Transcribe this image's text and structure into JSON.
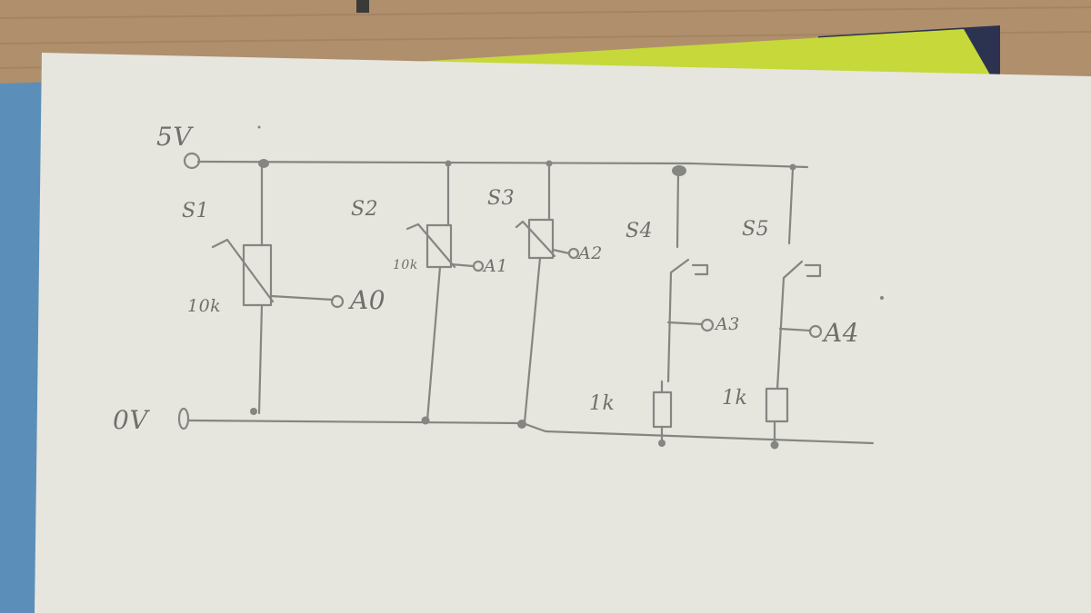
{
  "circuit": {
    "supply": {
      "vcc": "5V",
      "gnd": "0V"
    },
    "sensors": [
      {
        "name": "S1",
        "value": "10k",
        "output": "A0"
      },
      {
        "name": "S2",
        "value": "10k",
        "output": "A1"
      },
      {
        "name": "S3",
        "output": "A2"
      },
      {
        "name": "S4",
        "resistor": "1k",
        "output": "A3"
      },
      {
        "name": "S5",
        "resistor": "1k",
        "output": "A4"
      }
    ]
  },
  "colors": {
    "table": "#b08f6c",
    "paper": "#e6e6df",
    "pencil": "#858582",
    "blue_folder": "#5b8fb9",
    "yellow_sheet": "#c6d83a"
  }
}
